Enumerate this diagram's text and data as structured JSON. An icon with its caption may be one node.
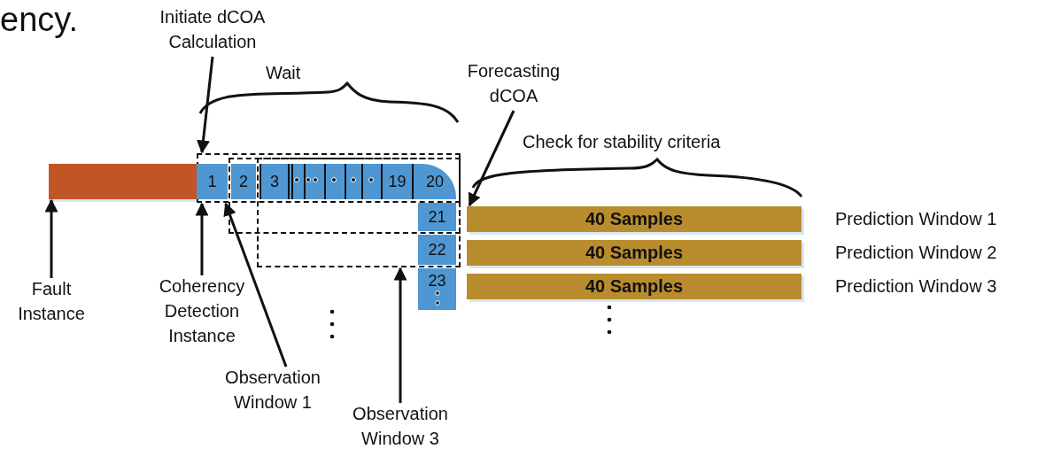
{
  "diagram": {
    "nodes": [
      {
        "text": [],
        "shape": "bar"
      },
      {
        "text": [
          "1"
        ],
        "in": 6
      },
      {
        "text": [
          "2"
        ],
        "in": 6
      },
      {
        "text": [
          "3"
        ]
      },
      {
        "text": [
          "19"
        ]
      },
      {
        "text": [
          "20"
        ]
      },
      {
        "text": [],
        "shape": "box"
      },
      {
        "text": [],
        "shape": "box"
      },
      {
        "text": [],
        "shape": "box"
      },
      {
        "text": [
          "21"
        ],
        "in": 7
      },
      {
        "text": [
          "22"
        ],
        "in": 8
      },
      {
        "text": [
          "23"
        ]
      },
      {
        "text": [
          "40 Samples"
        ],
        "beside": [
          "Prediction Window 1"
        ]
      },
      {
        "text": [
          "40 Samples"
        ],
        "beside": [
          "Prediction Window 2"
        ]
      },
      {
        "text": [
          "40 Samples"
        ],
        "beside": [
          "Prediction Window 3"
        ]
      },
      {
        "text": [
          "Initiate dCOA Calculation"
        ]
      },
      {
        "text": [
          "Forecasting dCOA"
        ]
      },
      {
        "text": [
          "Fault Instance"
        ]
      },
      {
        "text": [
          "Coherency Detection Instance"
        ]
      },
      {
        "text": [
          "Observation Window 1"
        ]
      },
      {
        "text": [
          "Observation Window 3"
        ]
      }
    ],
    "edges": [
      {
        "from": 15,
        "to": 6,
        "arrow": "to"
      },
      {
        "from": 16,
        "to": 12,
        "arrow": "to"
      },
      {
        "from": 17,
        "to": 0,
        "arrow": "to"
      },
      {
        "from": 18,
        "to": 6,
        "arrow": "to"
      },
      {
        "from": 19,
        "to": 6,
        "arrow": "to"
      },
      {
        "from": 20,
        "to": 8,
        "arrow": "to"
      }
    ],
    "labels": [
      "ency.",
      "Wait",
      "Check for stability criteria"
    ]
  }
}
